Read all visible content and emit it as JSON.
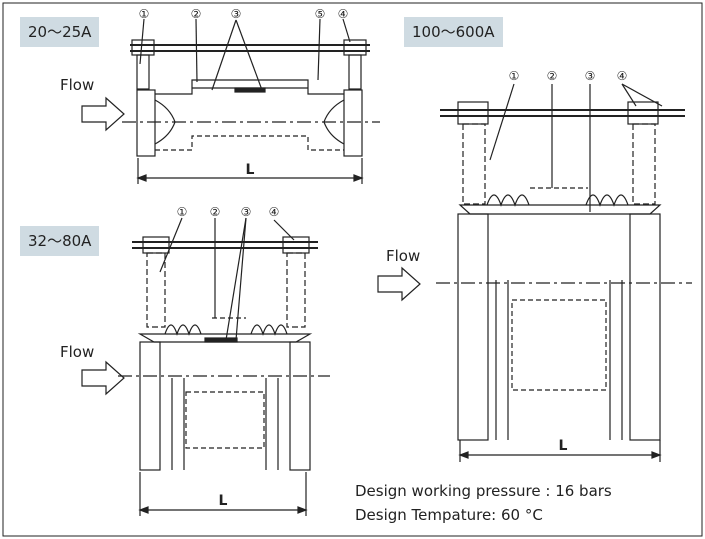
{
  "labels": {
    "size_20_25": "20～25A",
    "size_32_80": "32～80A",
    "size_100_600": "100～600A",
    "flow": "Flow",
    "length": "L",
    "callouts": [
      "①",
      "②",
      "③",
      "④",
      "⑤"
    ]
  },
  "specs": {
    "pressure": "Design working pressure : 16 bars",
    "temperature": "Design Tempature:  60 °C"
  },
  "colors": {
    "line": "#222222",
    "tag_bg": "#cfdbe2"
  }
}
